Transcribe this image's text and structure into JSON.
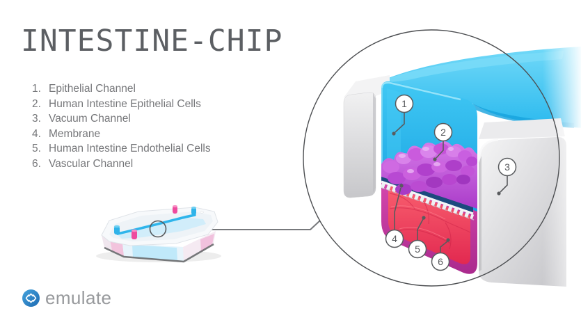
{
  "title": "INTESTINE-CHIP",
  "legend": {
    "items": [
      {
        "number": "1.",
        "label": "Epithelial Channel"
      },
      {
        "number": "2.",
        "label": "Human Intestine Epithelial Cells"
      },
      {
        "number": "3.",
        "label": "Vacuum Channel"
      },
      {
        "number": "4.",
        "label": "Membrane"
      },
      {
        "number": "5.",
        "label": "Human Intestine Endothelial Cells"
      },
      {
        "number": "6.",
        "label": "Vascular Channel"
      }
    ]
  },
  "diagram": {
    "callouts": [
      "1",
      "2",
      "3",
      "4",
      "5",
      "6"
    ],
    "colors": {
      "epithelial_channel_cyan": "#2fc0f1",
      "epithelial_cells_purple": "#c45fdb",
      "vacuum_channel_gray": "#d9d9db",
      "membrane_white": "#f2f3f5",
      "membrane_base_navy": "#1c4a7e",
      "endothelial_cells_red": "#ef3f5e",
      "vascular_channel_magenta": "#c93aa3",
      "outline_gray": "#4c4e51"
    }
  },
  "chip": {
    "channel_blue": "#2fb3e9",
    "port_pink": "#ee4b9e"
  },
  "logo": {
    "text": "emulate",
    "icon_color": "#2e86c8",
    "text_color": "#97999c"
  }
}
